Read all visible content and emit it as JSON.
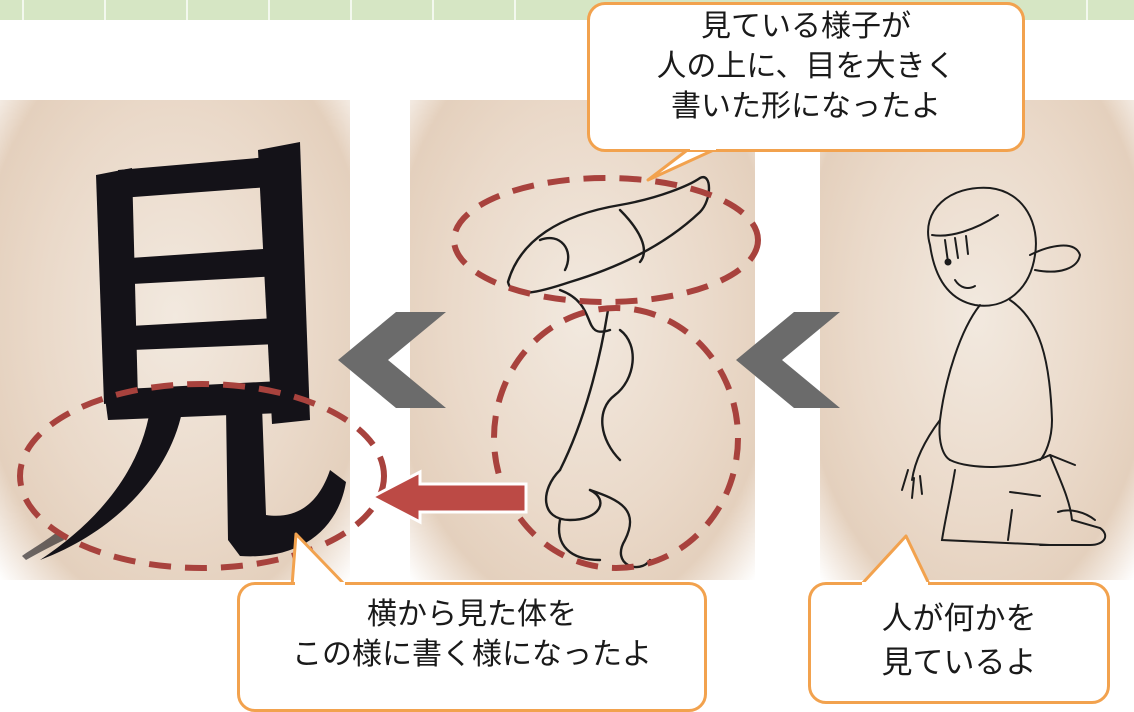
{
  "callouts": {
    "top": {
      "lines": [
        "見ている様子が",
        "人の上に、目を大きく",
        "書いた形になったよ"
      ]
    },
    "bottom_left": {
      "lines": [
        "横から見た体を",
        "この様に書く様になったよ"
      ]
    },
    "bottom_right": {
      "lines": [
        "人が何かを",
        "見ているよ"
      ]
    }
  },
  "colors": {
    "callout_border": "#f2a24e",
    "highlight_dash": "#a8423d",
    "arrow_gray": "#6b6b6b",
    "arrow_red": "#bc4a45",
    "paper": "#ead9c9",
    "top_strip": "#d6e6c4"
  }
}
